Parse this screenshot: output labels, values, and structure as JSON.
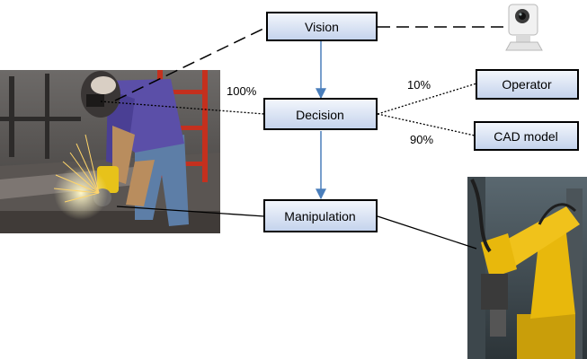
{
  "nodes": {
    "vision": "Vision",
    "decision": "Decision",
    "manipulation": "Manipulation",
    "operator": "Operator",
    "cad_model": "CAD model"
  },
  "labels": {
    "human_share": "100%",
    "operator_share": "10%",
    "cad_share": "90%"
  },
  "pictures": {
    "worker_photo": "worker-grinding-photo",
    "camera": "ip-camera-icon",
    "robot_photo": "industrial-robot-arm-photo"
  },
  "colors": {
    "node_fill_top": "#f4f7fc",
    "node_fill_bottom": "#c3d2ec",
    "node_border": "#000000",
    "arrow": "#4a7ebb",
    "robot_yellow": "#e8b80c"
  }
}
